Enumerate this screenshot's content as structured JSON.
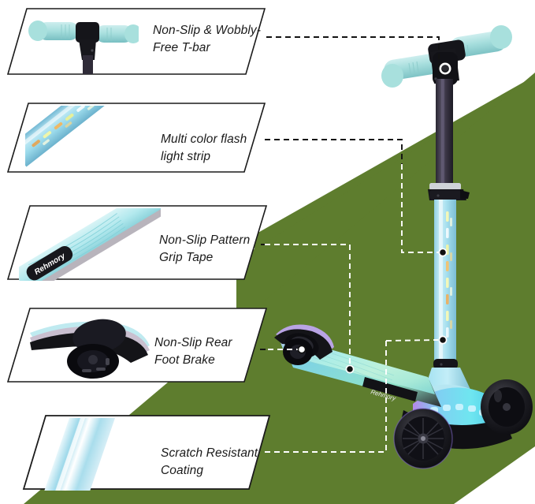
{
  "page": {
    "title": "Kids Kick Scooter Feature Callouts",
    "background_color": "#ffffff",
    "accent_green": "#5e7d2e",
    "line_color_dark": "#121212",
    "line_color_light": "#ffffff",
    "product_teal": "#a8e3e0",
    "product_light_blue": "#b9e2f0",
    "product_black": "#141414"
  },
  "callouts": [
    {
      "id": "tbar",
      "label": "Non-Slip & Wobbly-\nFree T-bar",
      "thumb_name": "tbar-handlebar-photo"
    },
    {
      "id": "light-strip",
      "label": "Multi color flash\nlight strip",
      "thumb_name": "light-strip-photo"
    },
    {
      "id": "grip-tape",
      "label": "Non-Slip Pattern\nGrip Tape",
      "thumb_name": "grip-tape-photo",
      "brand_on_thumb": "Rehmory"
    },
    {
      "id": "foot-brake",
      "label": "Non-Slip Rear\nFoot Brake",
      "thumb_name": "rear-foot-brake-photo"
    },
    {
      "id": "coating",
      "label": "Scratch Resistant\nCoating",
      "thumb_name": "scratch-resistant-coating-photo"
    }
  ],
  "product": {
    "name": "three-wheel-kick-scooter",
    "deck_brand": "Rehmory",
    "parts": [
      "left-handgrip",
      "right-handgrip",
      "t-bar-clamp",
      "telescoping-stem",
      "stem-light-strip",
      "height-adjust-clamp",
      "deck",
      "deck-logo",
      "rear-fender-brake",
      "rear-wheel",
      "front-wheel-left",
      "front-wheel-right",
      "front-led-glow"
    ]
  }
}
